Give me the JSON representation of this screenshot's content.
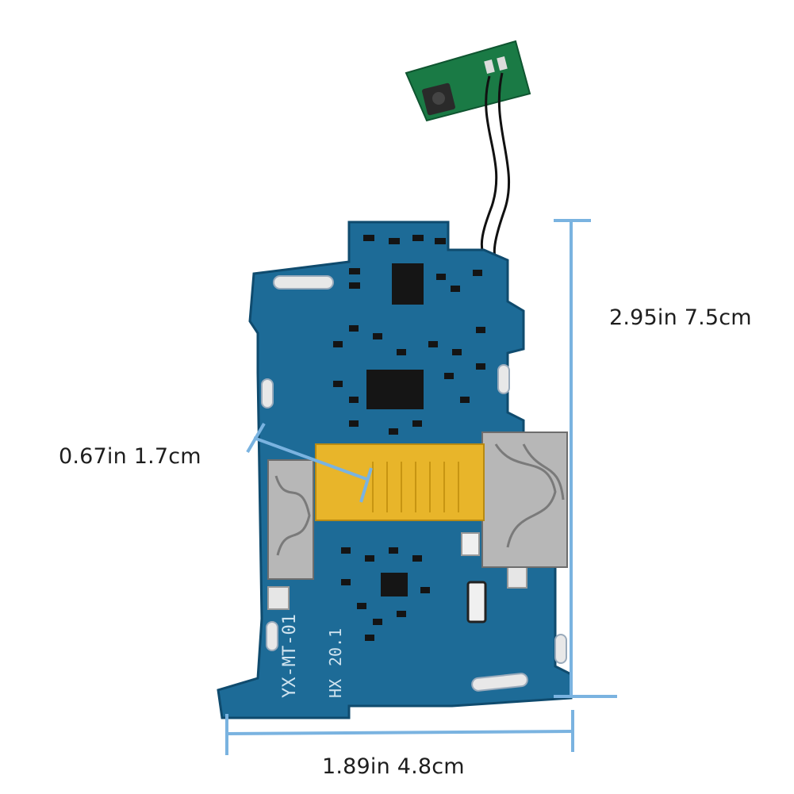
{
  "dimensions": {
    "height_label": "2.95in 7.5cm",
    "connector_label": "0.67in 1.7cm",
    "width_label": "1.89in 4.8cm"
  },
  "board_marking": {
    "model": "YX-MT-01",
    "sub": "HX",
    "date": "20.1"
  },
  "colors": {
    "pcb": "#1d6b97",
    "pcb_dark": "#0f4b6e",
    "switch_board": "#1a7a45",
    "connector": "#e8b52a",
    "dimension_line": "#7ab3e0",
    "silk": "#cfe3ef"
  }
}
